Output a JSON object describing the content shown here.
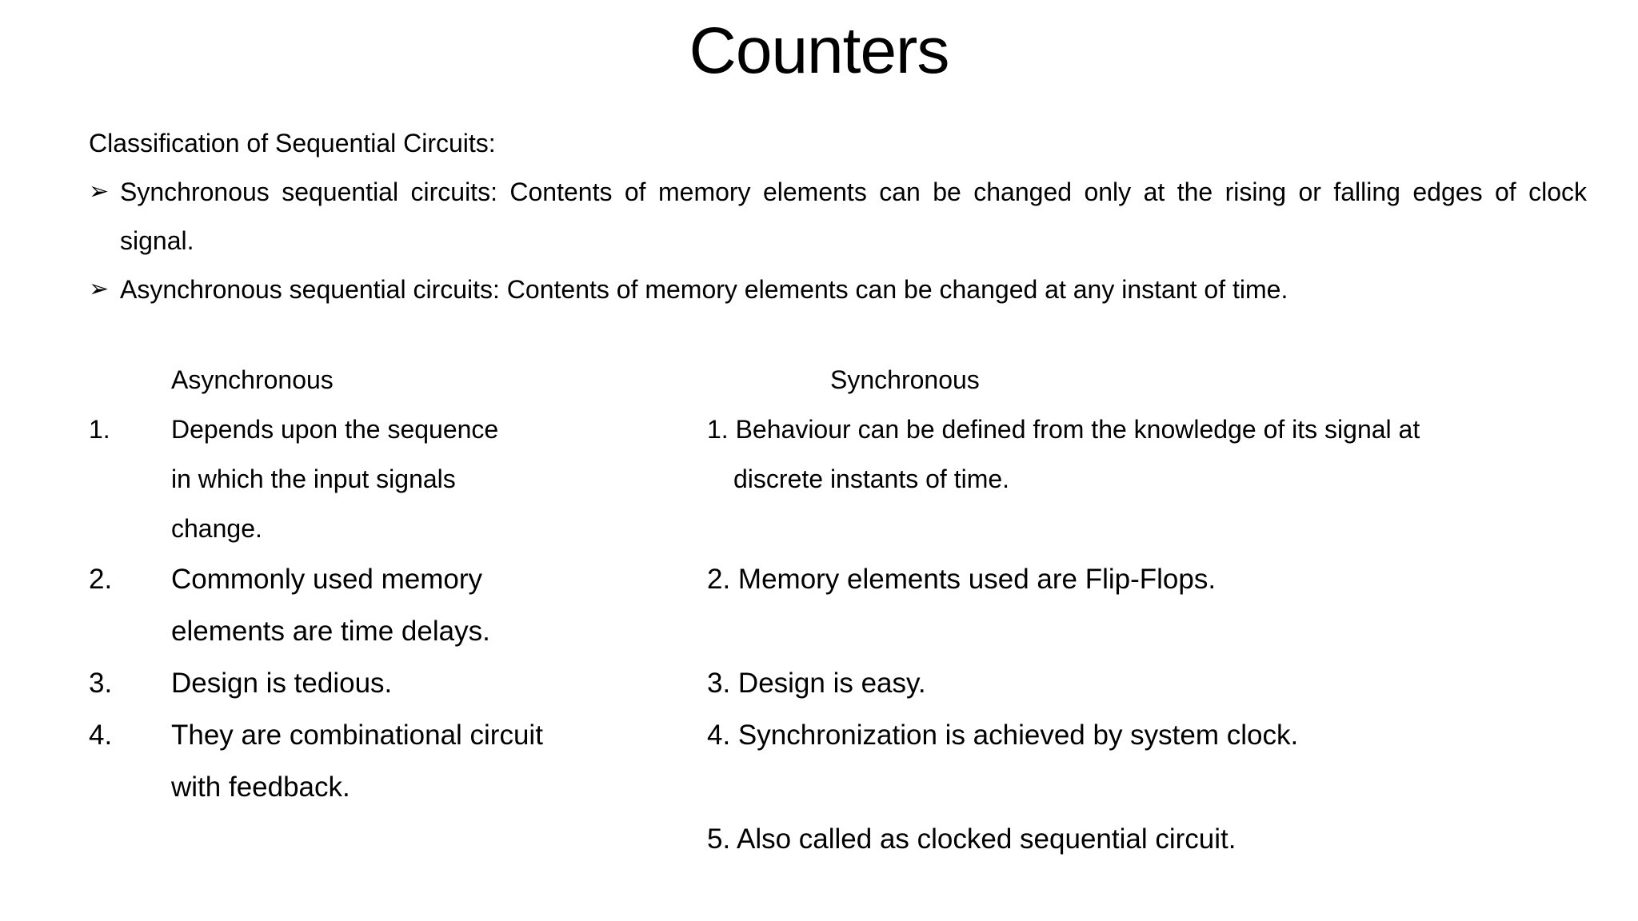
{
  "slide": {
    "title": "Counters",
    "intro": "Classification of Sequential Circuits:",
    "bullets": [
      {
        "line1": "Synchronous sequential circuits: Contents of memory elements can be changed only at the rising or falling edges of clock",
        "line2": "signal."
      },
      {
        "line1": "Asynchronous sequential circuits: Contents of memory elements can be changed at any instant of time."
      }
    ],
    "bullet_icon": "➢"
  },
  "comparison": {
    "async_heading": "Asynchronous",
    "sync_heading": "Synchronous",
    "async_items": [
      {
        "num": "1.",
        "lines": [
          "Depends upon the sequence",
          "in which the input signals",
          "change."
        ]
      },
      {
        "num": "2.",
        "lines": [
          "Commonly used memory",
          "elements are time delays."
        ]
      },
      {
        "num": "3.",
        "lines": [
          "Design is tedious."
        ]
      },
      {
        "num": "4.",
        "lines": [
          "They are combinational circuit",
          "with feedback."
        ]
      }
    ],
    "sync_items": [
      {
        "lines": [
          "1. Behaviour can be defined from  the knowledge of its signal at",
          "discrete instants of time."
        ]
      },
      {
        "lines": [
          "2. Memory elements used are Flip-Flops."
        ]
      },
      {
        "lines": [
          "3. Design is easy."
        ]
      },
      {
        "lines": [
          "4. Synchronization is achieved by system clock."
        ]
      },
      {
        "lines": [
          "5. Also called as clocked sequential circuit."
        ]
      }
    ]
  }
}
